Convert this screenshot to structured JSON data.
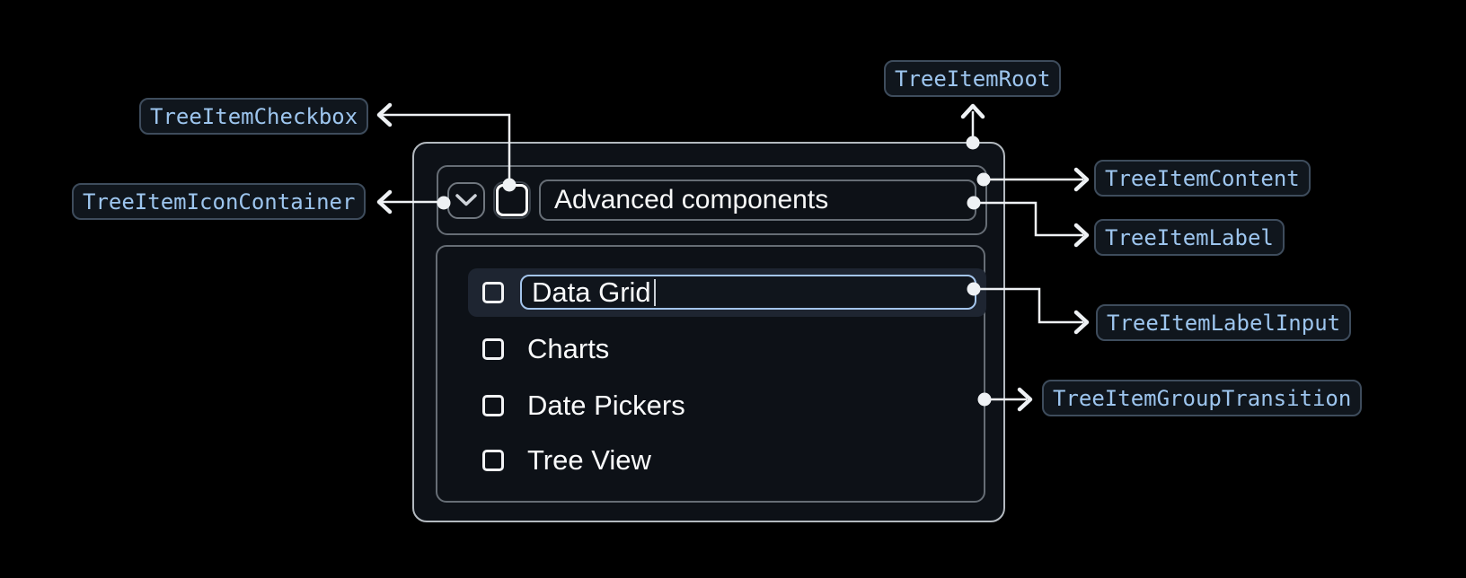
{
  "page": {
    "background": "#000000"
  },
  "annotations": {
    "tree_item_checkbox": "TreeItemCheckbox",
    "tree_item_icon_container": "TreeItemIconContainer",
    "tree_item_root": "TreeItemRoot",
    "tree_item_content": "TreeItemContent",
    "tree_item_label": "TreeItemLabel",
    "tree_item_label_input": "TreeItemLabelInput",
    "tree_item_group_transition": "TreeItemGroupTransition"
  },
  "component": {
    "parent_item": {
      "label": "Advanced components",
      "state": "expanded"
    },
    "editing_item": {
      "input_value": "Data Grid"
    },
    "child_items": [
      "Charts",
      "Date Pickers",
      "Tree View"
    ],
    "icons": [
      "chevron-down-icon",
      "checkbox-icon"
    ]
  },
  "colors": {
    "badge_bg": "#10161d",
    "badge_border": "#3e4c5c",
    "badge_text": "#9dc5ee",
    "root_border": "#b3b9bf",
    "inner_border": "#666d75",
    "connector": "#eef1f4",
    "selected_row_bg": "#1e2531",
    "input_focus_border": "#a4c5ec",
    "text": "#fafbfc"
  }
}
